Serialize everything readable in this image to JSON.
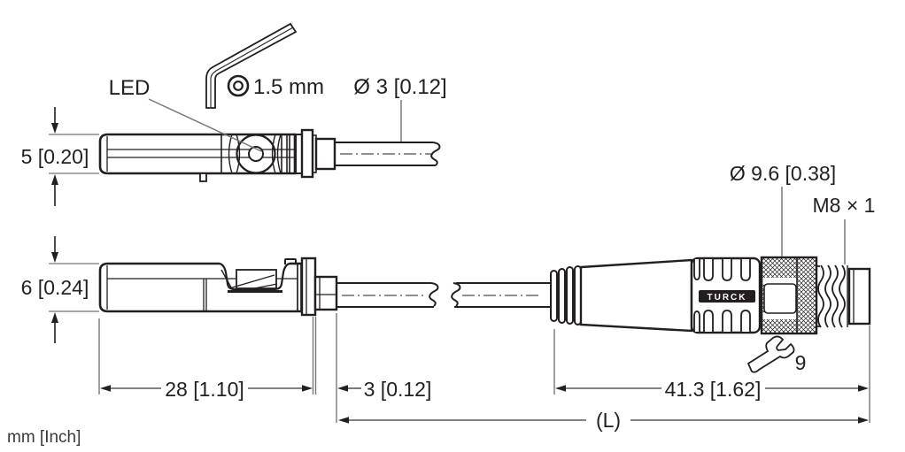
{
  "drawing": {
    "units_note": "mm [Inch]",
    "brand": "TURCK",
    "side_view": {
      "led_label": "LED",
      "hex_key_size": "1.5 mm",
      "cable_diameter": "Ø 3 [0.12]",
      "height": "5 [0.20]"
    },
    "top_view": {
      "height": "6 [0.24]",
      "body_length": "28 [1.10]",
      "clamp_offset": "3 [0.12]"
    },
    "connector": {
      "diameter": "Ø 9.6 [0.38]",
      "thread_spec": "M8 × 1",
      "length": "41.3 [1.62]",
      "overall_length": "(L)",
      "wrench_size": "9"
    },
    "colors": {
      "line": "#231f20",
      "dimension": "#77787b",
      "background": "#ffffff"
    }
  }
}
